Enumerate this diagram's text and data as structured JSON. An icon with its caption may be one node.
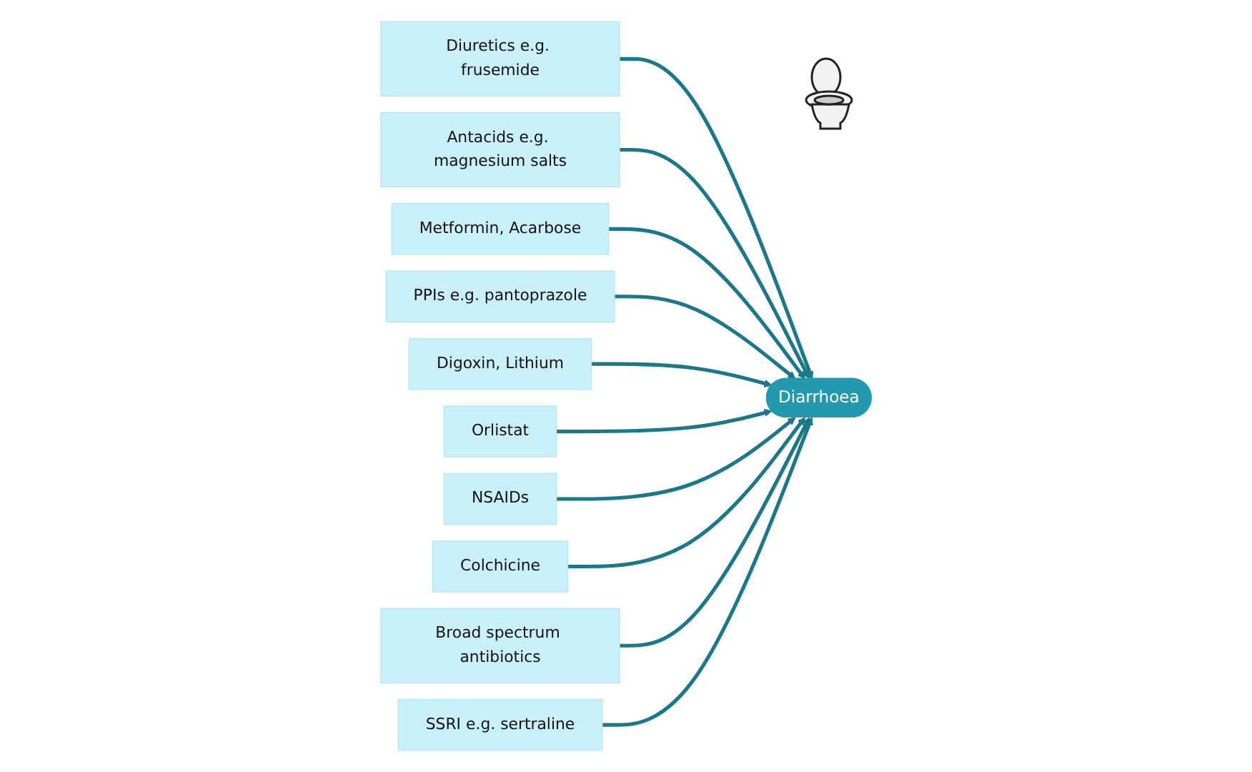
{
  "diagram": {
    "nodes": [
      {
        "text": [
          "Diarrhoea"
        ]
      },
      {
        "text": [
          "Diuretics e.g. frusemide"
        ]
      },
      {
        "text": [
          "Antacids e.g. magnesium salts"
        ]
      },
      {
        "text": [
          "Metformin, Acarbose"
        ]
      },
      {
        "text": [
          "PPIs e.g. pantoprazole"
        ]
      },
      {
        "text": [
          "Digoxin, Lithium"
        ]
      },
      {
        "text": [
          "Orlistat"
        ]
      },
      {
        "text": [
          "NSAIDs"
        ]
      },
      {
        "text": [
          "Colchicine"
        ]
      },
      {
        "text": [
          "Broad spectrum antibiotics"
        ]
      },
      {
        "text": [
          "SSRI e.g. sertraline"
        ]
      }
    ],
    "edges": [
      {
        "from": 1,
        "to": 0,
        "arrow": "to"
      },
      {
        "from": 2,
        "to": 0,
        "arrow": "to"
      },
      {
        "from": 3,
        "to": 0,
        "arrow": "to"
      },
      {
        "from": 4,
        "to": 0,
        "arrow": "to"
      },
      {
        "from": 5,
        "to": 0,
        "arrow": "to"
      },
      {
        "from": 6,
        "to": 0,
        "arrow": "to"
      },
      {
        "from": 7,
        "to": 0,
        "arrow": "to"
      },
      {
        "from": 8,
        "to": 0,
        "arrow": "to"
      },
      {
        "from": 9,
        "to": 0,
        "arrow": "to"
      },
      {
        "from": 10,
        "to": 0,
        "arrow": "to"
      }
    ]
  }
}
